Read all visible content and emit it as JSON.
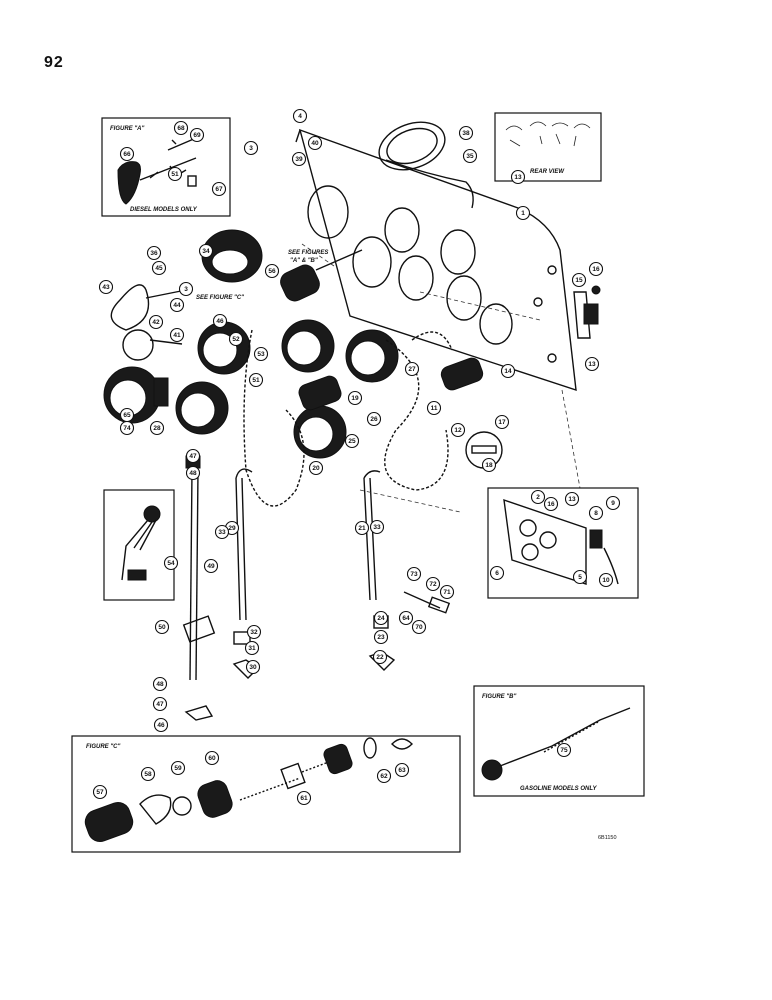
{
  "page": {
    "number": "92",
    "drawing_number": "6B1150"
  },
  "figures": {
    "a": {
      "title": "FIGURE \"A\"",
      "note": "DIESEL MODELS ONLY"
    },
    "b": {
      "title": "FIGURE \"B\"",
      "note": "GASOLINE MODELS ONLY"
    },
    "c": {
      "title": "FIGURE \"C\""
    },
    "rear": {
      "note": "REAR VIEW"
    }
  },
  "notes": {
    "see_ab_line1": "SEE FIGURES",
    "see_ab_line2": "\"A\" & \"B\"",
    "see_c": "SEE FIGURE \"C\""
  },
  "callouts": [
    "1",
    "2",
    "3",
    "3",
    "4",
    "5",
    "6",
    "8",
    "9",
    "10",
    "11",
    "12",
    "13",
    "13",
    "13",
    "14",
    "15",
    "16",
    "16",
    "17",
    "18",
    "19",
    "20",
    "21",
    "22",
    "23",
    "24",
    "25",
    "26",
    "27",
    "28",
    "29",
    "30",
    "31",
    "32",
    "33",
    "33",
    "34",
    "35",
    "36",
    "38",
    "39",
    "40",
    "41",
    "42",
    "43",
    "44",
    "45",
    "46",
    "46",
    "47",
    "47",
    "48",
    "48",
    "49",
    "50",
    "51",
    "51",
    "52",
    "53",
    "54",
    "56",
    "57",
    "58",
    "59",
    "60",
    "61",
    "62",
    "63",
    "64",
    "65",
    "66",
    "67",
    "68",
    "69",
    "70",
    "71",
    "72",
    "73",
    "74",
    "75"
  ]
}
